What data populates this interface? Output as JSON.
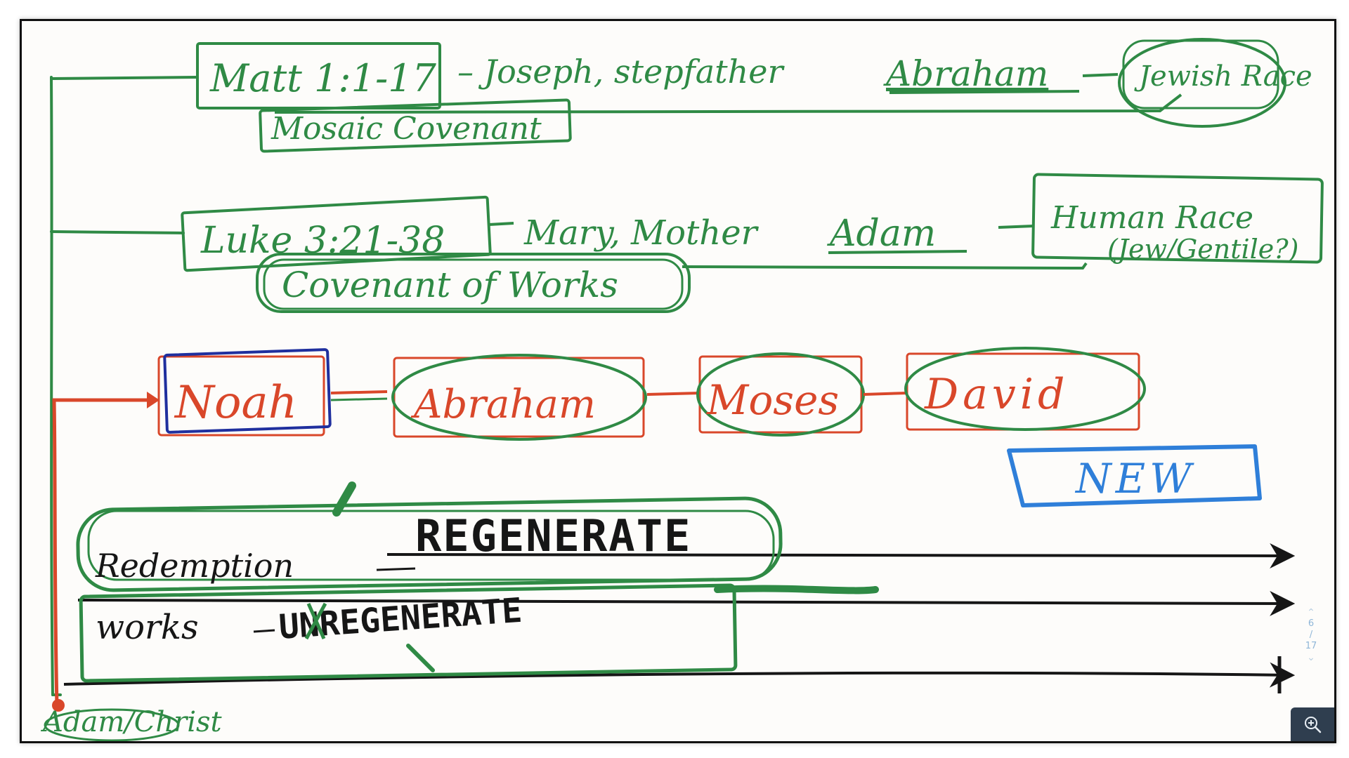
{
  "board": {
    "row1": {
      "ref": "Matt 1:1-17",
      "joseph": "– Joseph, stepfather",
      "ancestor": "Abraham",
      "race": "Jewish Race",
      "covenant": "Mosaic Covenant"
    },
    "row2": {
      "ref": "Luke 3:21-38",
      "mary": "Mary, Mother",
      "ancestor": "Adam",
      "race": "Human Race",
      "race_note": "(Jew/Gentile?)",
      "covenant": "Covenant of Works"
    },
    "chain": [
      "Noah",
      "Abraham",
      "Moses",
      "David"
    ],
    "new_label": "NEW",
    "redemption": {
      "label": "Redemption",
      "state": "REGENERATE"
    },
    "works": {
      "label": "works",
      "state": "UNREGENERATE"
    },
    "base_label": "Adam/Christ"
  },
  "viewer": {
    "page_current": "6",
    "page_sep": "/",
    "page_total": "17",
    "zoom_icon": "zoom-in-icon"
  },
  "colors": {
    "green": "#2f8a45",
    "red": "#d9472a",
    "blue": "#2f7fd9",
    "navy": "#1f2f9e",
    "black": "#161616"
  }
}
